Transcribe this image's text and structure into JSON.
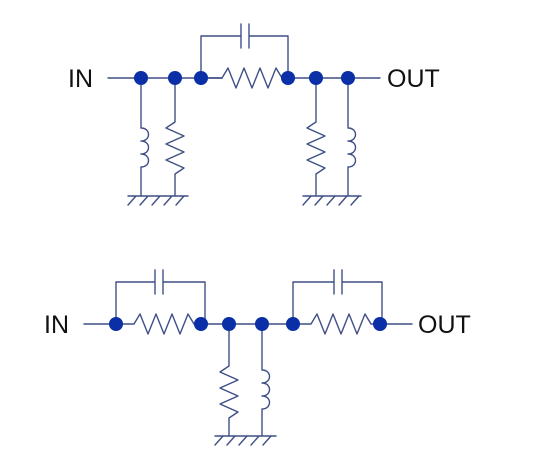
{
  "colors": {
    "wire": "#3f4f86",
    "node": "#0a2fa6",
    "label": "#111111",
    "background": "#ffffff"
  },
  "circuits": [
    {
      "name": "top-filter-network",
      "input_label": "IN",
      "output_label": "OUT",
      "series_elements": [
        "resistor",
        "capacitor"
      ],
      "shunt_elements": [
        "inductor",
        "resistor",
        "resistor",
        "inductor"
      ]
    },
    {
      "name": "bottom-filter-network",
      "input_label": "IN",
      "output_label": "OUT",
      "series_elements": [
        "resistor",
        "capacitor",
        "resistor",
        "capacitor"
      ],
      "shunt_elements": [
        "resistor",
        "inductor"
      ]
    }
  ]
}
